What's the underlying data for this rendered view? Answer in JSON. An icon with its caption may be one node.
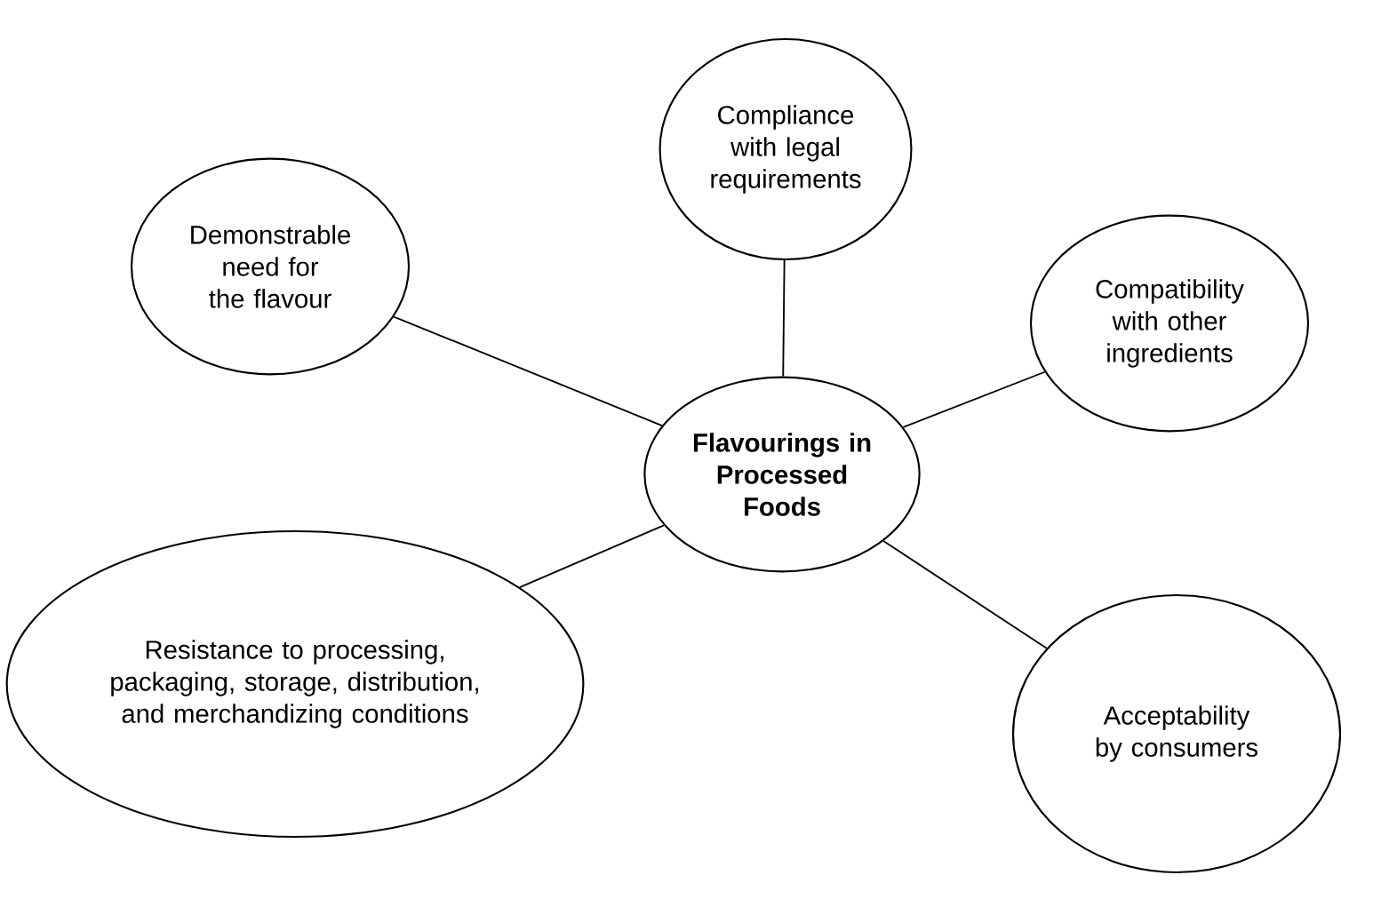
{
  "diagram": {
    "nodes": [
      {
        "text": [
          "Compliance with legal requirements"
        ]
      },
      {
        "text": [
          "Demonstrable need for the flavour"
        ]
      },
      {
        "text": [
          "Compatibility with other ingredients"
        ]
      },
      {
        "text": [
          "Flavourings in Processed Foods"
        ]
      },
      {
        "text": [
          "Resistance to processing, packaging, storage, distribution, and merchandizing conditions"
        ]
      },
      {
        "text": [
          "Acceptability by consumers"
        ]
      }
    ],
    "edges": [
      {
        "from": 3,
        "to": 0,
        "arrow": "none"
      },
      {
        "from": 3,
        "to": 1,
        "arrow": "none"
      },
      {
        "from": 3,
        "to": 2,
        "arrow": "none"
      },
      {
        "from": 3,
        "to": 4,
        "arrow": "none"
      },
      {
        "from": 3,
        "to": 5,
        "arrow": "none"
      }
    ]
  }
}
